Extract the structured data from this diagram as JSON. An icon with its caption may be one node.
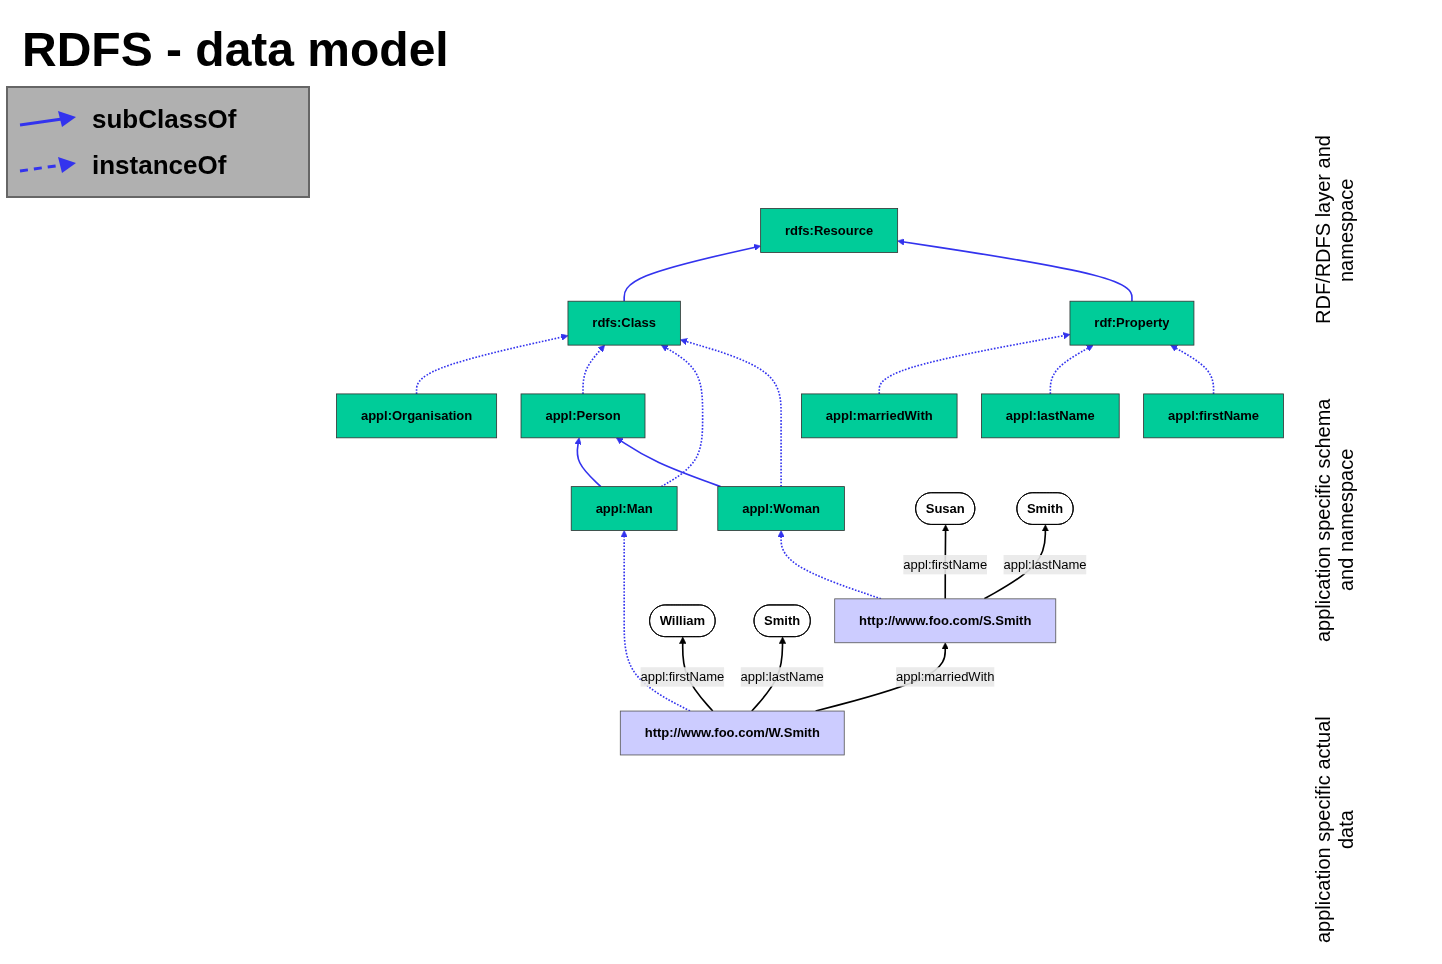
{
  "diagram": {
    "title": "RDFS - data model",
    "nodes": [
      {
        "text": [
          "rdfs:Resource"
        ]
      },
      {
        "text": [
          "rdfs:Class"
        ]
      },
      {
        "text": [
          "rdf:Property"
        ]
      },
      {
        "text": [
          "appl:Organisation"
        ]
      },
      {
        "text": [
          "appl:Person"
        ]
      },
      {
        "text": [
          "appl:marriedWith"
        ]
      },
      {
        "text": [
          "appl:firstName"
        ]
      },
      {
        "text": [
          "appl:Man"
        ]
      },
      {
        "text": [
          "appl:Woman"
        ]
      },
      {
        "text": [
          "appl:lastName"
        ]
      },
      {
        "text": [
          "http://www.foo.com/W.Smith"
        ]
      },
      {
        "text": [
          "http://www.foo.com/S.Smith"
        ]
      },
      {
        "text": [
          "William"
        ]
      },
      {
        "text": [
          "Smith"
        ]
      },
      {
        "text": [
          "Susan"
        ]
      },
      {
        "text": [
          "Smith"
        ]
      }
    ],
    "edges": [
      {
        "from": 1,
        "to": 0,
        "arrow": "to"
      },
      {
        "from": 2,
        "to": 0,
        "arrow": "to"
      },
      {
        "from": 3,
        "to": 1,
        "arrow": "to",
        "style": "dashed"
      },
      {
        "from": 4,
        "to": 1,
        "arrow": "to",
        "style": "dashed"
      },
      {
        "from": 7,
        "to": 1,
        "arrow": "to",
        "style": "dashed"
      },
      {
        "from": 8,
        "to": 1,
        "arrow": "to",
        "style": "dashed"
      },
      {
        "from": 5,
        "to": 2,
        "arrow": "to",
        "style": "dashed"
      },
      {
        "from": 9,
        "to": 2,
        "arrow": "to",
        "style": "dashed"
      },
      {
        "from": 6,
        "to": 2,
        "arrow": "to",
        "style": "dashed"
      },
      {
        "from": 7,
        "to": 4,
        "arrow": "to"
      },
      {
        "from": 8,
        "to": 4,
        "arrow": "to"
      },
      {
        "from": 10,
        "to": 7,
        "arrow": "to",
        "style": "dashed"
      },
      {
        "from": 11,
        "to": 8,
        "arrow": "to",
        "style": "dashed"
      },
      {
        "from": 10,
        "to": 11,
        "arrow": "to",
        "label": "appl:marriedWith",
        "color": "#000000"
      },
      {
        "from": 10,
        "to": 12,
        "arrow": "to",
        "label": "appl:firstName",
        "color": "#000000"
      },
      {
        "from": 10,
        "to": 13,
        "arrow": "to",
        "label": "appl:lastName",
        "color": "#000000"
      },
      {
        "from": 11,
        "to": 14,
        "arrow": "to",
        "label": "appl:firstName",
        "color": "#000000"
      },
      {
        "from": 11,
        "to": 15,
        "arrow": "to",
        "label": "appl:lastName",
        "color": "#000000"
      }
    ],
    "labels": [
      "RDF/RDFS layer and namespace",
      "application specific schema and namespace",
      "application specific actual data"
    ],
    "legend": [
      {
        "text": "subClassOf"
      },
      {
        "text": "instanceOf"
      }
    ]
  }
}
